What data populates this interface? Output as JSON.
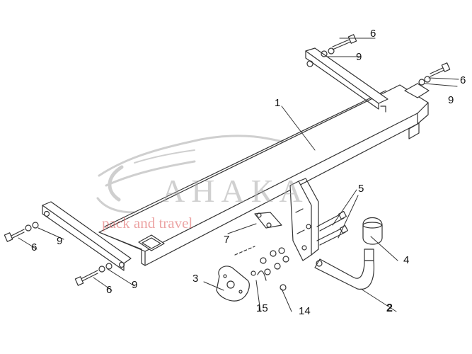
{
  "watermark": {
    "brand": "АНАКА",
    "tagline": "pack and travel"
  },
  "callouts": [
    {
      "id": "c1",
      "text": "1"
    },
    {
      "id": "c2",
      "text": "2"
    },
    {
      "id": "c3",
      "text": "3"
    },
    {
      "id": "c4",
      "text": "4"
    },
    {
      "id": "c5",
      "text": "5"
    },
    {
      "id": "c6a",
      "text": "6"
    },
    {
      "id": "c6b",
      "text": "6"
    },
    {
      "id": "c6c",
      "text": "6"
    },
    {
      "id": "c6d",
      "text": "6"
    },
    {
      "id": "c7",
      "text": "7"
    },
    {
      "id": "c9a",
      "text": "9"
    },
    {
      "id": "c9b",
      "text": "9"
    },
    {
      "id": "c9c",
      "text": "9"
    },
    {
      "id": "c9d",
      "text": "9"
    },
    {
      "id": "c14",
      "text": "14"
    },
    {
      "id": "c15",
      "text": "15"
    }
  ],
  "colors": {
    "line": "#333333",
    "watermark_gray": "#b0b0b0",
    "watermark_red": "#dc5a5a"
  }
}
